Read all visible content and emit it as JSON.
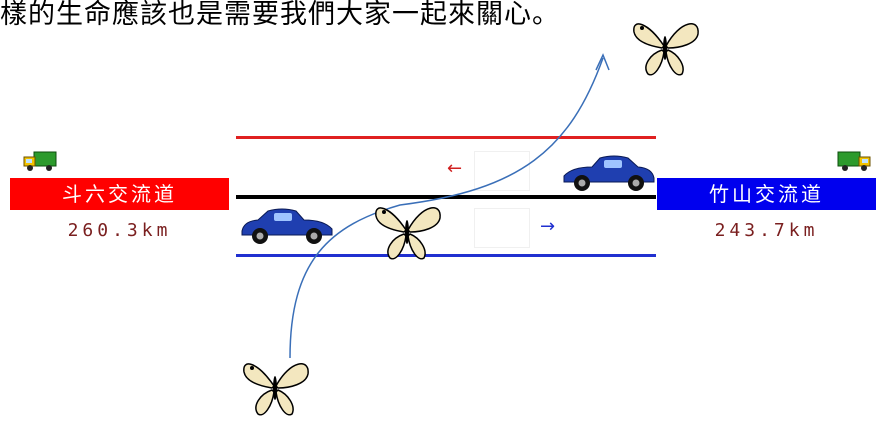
{
  "caption": "樣的生命應該也是需要我們大家一起來關心。",
  "left_station": {
    "name": "斗六交流道",
    "distance": "260.3km"
  },
  "right_station": {
    "name": "竹山交流道",
    "distance": "243.7km"
  },
  "arrows": {
    "upper": "←",
    "lower": "→"
  },
  "colors": {
    "left_sign": "#ff0000",
    "right_sign": "#0000ee",
    "top_line": "#e02020",
    "middle_line": "#000000",
    "bottom_line": "#2030d0",
    "car": "#1f3fb0",
    "flight_path": "#3a6fb8",
    "butterfly_wing": "#f3e7bf"
  },
  "icons": [
    "truck-icon",
    "car-icon",
    "butterfly-icon",
    "flight-path-arrow"
  ]
}
